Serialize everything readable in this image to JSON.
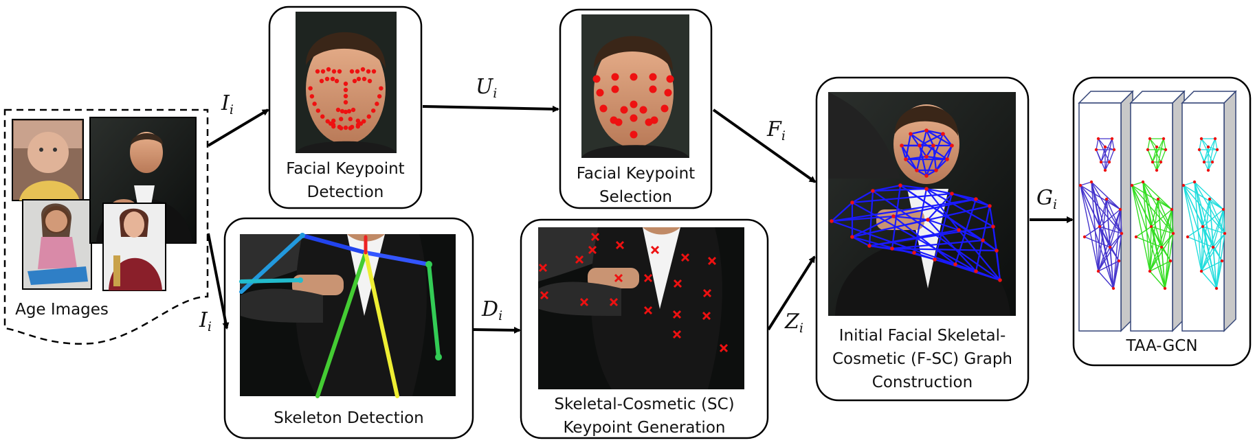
{
  "figure": {
    "title": "",
    "inputs": {
      "label": "Age Images"
    },
    "nodes": {
      "facial_detection": {
        "label_line1": "Facial Keypoint",
        "label_line2": "Detection"
      },
      "facial_selection": {
        "label_line1": "Facial Keypoint",
        "label_line2": "Selection"
      },
      "skeleton_detection": {
        "label_line1": "Skeleton Detection"
      },
      "sc_generation": {
        "label_line1": "Skeletal-Cosmetic (SC)",
        "label_line2": "Keypoint Generation"
      },
      "fsc_graph": {
        "label_line1": "Initial Facial Skeletal-",
        "label_line2": "Cosmetic (F-SC) Graph",
        "label_line3": "Construction"
      },
      "taa_gcn": {
        "label_line1": "TAA-GCN"
      }
    },
    "edges": {
      "input_to_facial": {
        "symbol": "I",
        "subscript": "i"
      },
      "input_to_skeleton": {
        "symbol": "I",
        "subscript": "i"
      },
      "facial_to_selection": {
        "symbol": "U",
        "subscript": "i"
      },
      "skeleton_to_sc": {
        "symbol": "D",
        "subscript": "i"
      },
      "selection_to_graph": {
        "symbol": "F",
        "subscript": "i"
      },
      "sc_to_graph": {
        "symbol": "Z",
        "subscript": "i"
      },
      "graph_to_gcn": {
        "symbol": "G",
        "subscript": "i"
      }
    },
    "colors": {
      "stroke": "#000000",
      "keypoint": "#ee1111",
      "graph_blue": "#1a1aff",
      "gcn_purple": "#4433cc",
      "gcn_green": "#33dd22",
      "gcn_cyan": "#22dddd",
      "layer_side": "#c8c8c8"
    }
  }
}
